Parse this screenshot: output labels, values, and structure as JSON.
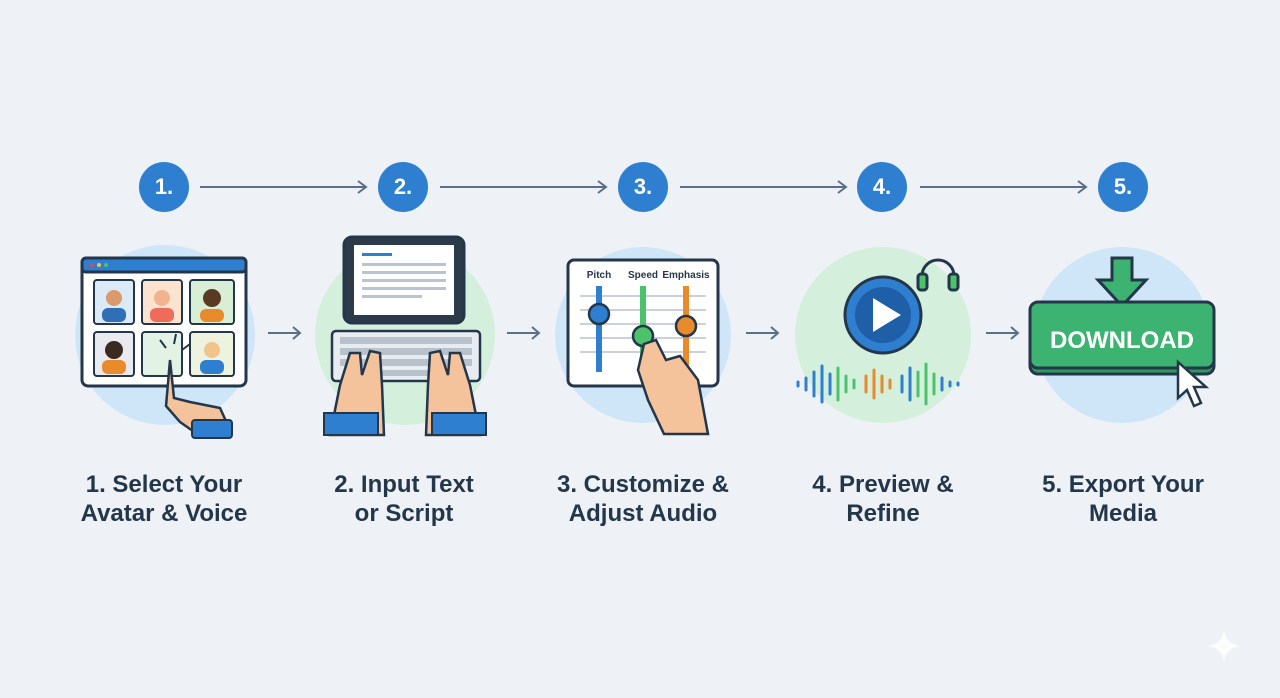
{
  "steps": [
    {
      "number": "1.",
      "title_line1": "1. Select Your",
      "title_line2": "Avatar & Voice"
    },
    {
      "number": "2.",
      "title_line1": "2. Input Text",
      "title_line2": "or Script"
    },
    {
      "number": "3.",
      "title_line1": "3. Customize &",
      "title_line2": "Adjust Audio"
    },
    {
      "number": "4.",
      "title_line1": "4. Preview &",
      "title_line2": "Refine"
    },
    {
      "number": "5.",
      "title_line1": "5. Export Your",
      "title_line2": "Media"
    }
  ],
  "mixer": {
    "pitch": "Pitch",
    "speed": "Speed",
    "emphasis": "Emphasis"
  },
  "download_label": "DOWNLOAD",
  "colors": {
    "badge": "#2f7fd1",
    "circle_blue": "#cfe6f8",
    "circle_green": "#d4f0dc",
    "download_green": "#3cb371"
  },
  "icons": [
    "avatar-grid-icon",
    "tablet-keyboard-icon",
    "audio-mixer-icon",
    "play-preview-icon",
    "download-icon",
    "headphones-icon",
    "cursor-icon"
  ]
}
